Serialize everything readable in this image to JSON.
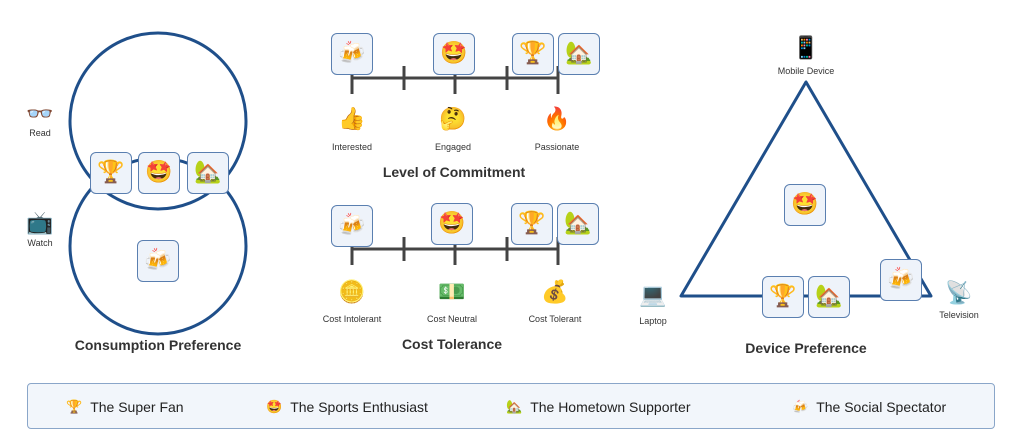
{
  "colors": {
    "line_blue": "#1f4f8a",
    "scale_line": "#444444",
    "box_fill": "#eef3fa",
    "box_border": "#5a7fb0",
    "legend_fill": "#f2f6fb",
    "legend_border": "#8aa6c9"
  },
  "personas": {
    "super_fan": {
      "name": "The Super Fan",
      "icon": "🏆",
      "icon_name": "trophy-icon"
    },
    "enthusiast": {
      "name": "The Sports Enthusiast",
      "icon": "🤩",
      "icon_name": "star-struck-icon"
    },
    "hometown": {
      "name": "The Hometown Supporter",
      "icon": "🏡",
      "icon_name": "house-icon"
    },
    "social": {
      "name": "The Social Spectator",
      "icon": "🍻",
      "icon_name": "clinking-mugs-icon"
    }
  },
  "consumption": {
    "title": "Consumption Preference",
    "read": {
      "label": "Read",
      "icon": "👓",
      "icon_name": "glasses-icon"
    },
    "watch": {
      "label": "Watch",
      "icon": "📺",
      "icon_name": "television-icon"
    }
  },
  "commitment": {
    "title": "Level of Commitment",
    "points": [
      {
        "label": "Interested",
        "icon": "👍",
        "icon_name": "thumbs-up-icon"
      },
      {
        "label": "Engaged",
        "icon": "🤔",
        "icon_name": "thinking-face-icon"
      },
      {
        "label": "Passionate",
        "icon": "🔥",
        "icon_name": "fire-icon"
      }
    ]
  },
  "cost": {
    "title": "Cost Tolerance",
    "points": [
      {
        "label": "Cost Intolerant",
        "icon": "🪙",
        "icon_name": "coin-icon"
      },
      {
        "label": "Cost Neutral",
        "icon": "💵",
        "icon_name": "dollar-bill-icon"
      },
      {
        "label": "Cost Tolerant",
        "icon": "💰",
        "icon_name": "money-bag-icon"
      }
    ]
  },
  "device": {
    "title": "Device Preference",
    "mobile": {
      "label": "Mobile Device",
      "icon": "📱",
      "icon_name": "mobile-phone-icon"
    },
    "laptop": {
      "label": "Laptop",
      "icon": "💻",
      "icon_name": "laptop-icon"
    },
    "tv": {
      "label": "Television",
      "icon": "📡",
      "icon_name": "satellite-dish-icon"
    }
  }
}
